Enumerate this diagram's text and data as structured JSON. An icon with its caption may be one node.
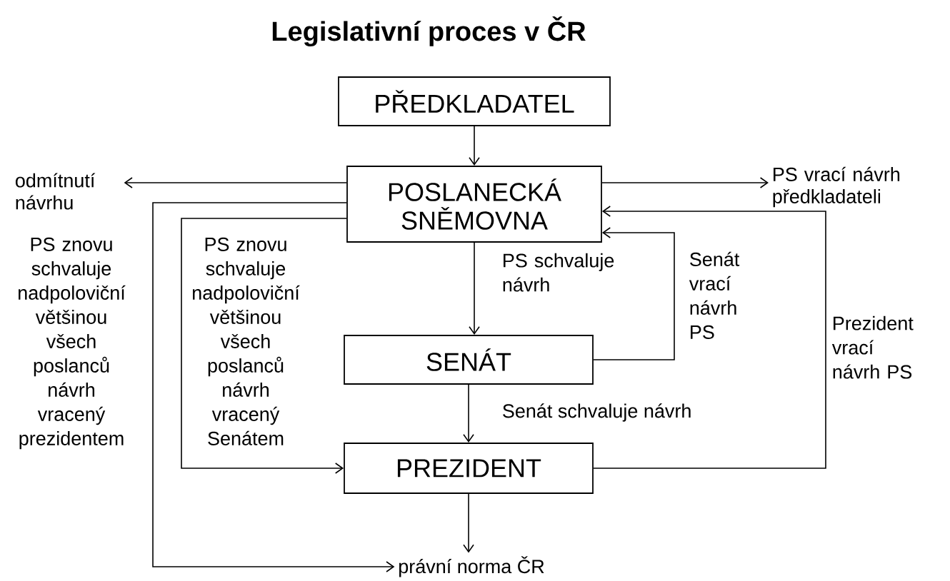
{
  "diagram": {
    "title": "Legislativní proces v ČR",
    "nodes": [
      {
        "text": [
          "PŘEDKLADATEL"
        ]
      },
      {
        "text": [
          "POSLANECKÁ SNĚMOVNA"
        ]
      },
      {
        "text": [
          "SENÁT"
        ]
      },
      {
        "text": [
          "PREZIDENT"
        ]
      },
      {
        "text": [
          "odmítnutí návrhu"
        ]
      },
      {
        "text": [
          "PS vrací návrh předkladateli"
        ]
      },
      {
        "text": [
          "právní norma ČR"
        ]
      }
    ],
    "edges": [
      {
        "from": 0,
        "to": 1,
        "arrow": "to"
      },
      {
        "from": 1,
        "to": 4,
        "arrow": "to"
      },
      {
        "from": 1,
        "to": 5,
        "arrow": "to"
      },
      {
        "from": 1,
        "to": 2,
        "arrow": "to",
        "label": "PS schvaluje návrh"
      },
      {
        "from": 2,
        "to": 1,
        "arrow": "to",
        "label": "Senát vrací návrh PS"
      },
      {
        "from": 3,
        "to": 1,
        "arrow": "to",
        "label": "Prezident vrací návrh PS"
      },
      {
        "from": 2,
        "to": 3,
        "arrow": "to",
        "label": "Senát schvaluje návrh"
      },
      {
        "from": 1,
        "to": 3,
        "arrow": "to",
        "label": "PS znovu schvaluje nadpoloviční většinou všech poslanců návrh vracený Senátem"
      },
      {
        "from": 1,
        "to": 6,
        "arrow": "to",
        "label": "PS znovu schvaluje nadpoloviční většinou všech poslanců návrh vracený prezidentem"
      },
      {
        "from": 3,
        "to": 6,
        "arrow": "to"
      }
    ]
  }
}
